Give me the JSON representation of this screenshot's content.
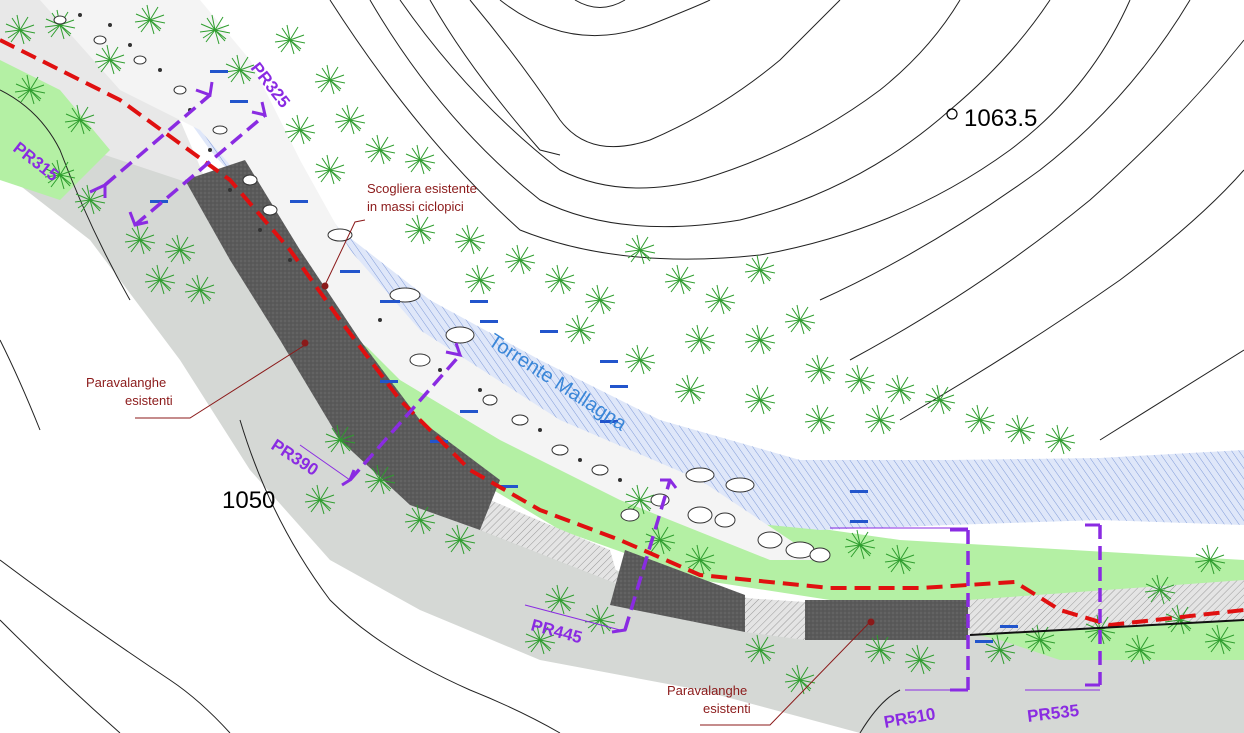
{
  "map": {
    "spot_elevation": "1063.5",
    "contour_label": "1050",
    "river_name": "Torrente Mallagna",
    "labels": {
      "scogliera_line1": "Scogliera esistente",
      "scogliera_line2": "in massi ciclopici",
      "paravalanghe1_line1": "Paravalanghe",
      "paravalanghe1_line2": "esistenti",
      "paravalanghe2_line1": "Paravalanghe",
      "paravalanghe2_line2": "esistenti"
    },
    "sections": [
      "PR315",
      "PR325",
      "PR390",
      "PR445",
      "PR510",
      "PR535"
    ],
    "colors": {
      "vegetation": "#2f9e2f",
      "grass": "#b4f0a4",
      "river": "#c9d6f2",
      "road": "#d5d8d5",
      "avalanche_barrier": "#5b5b5b",
      "section_lines": "#8a2be2",
      "boundary": "#e01010"
    }
  }
}
